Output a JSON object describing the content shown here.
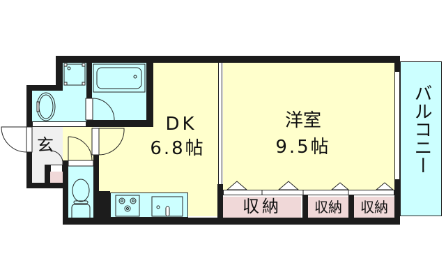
{
  "floorplan": {
    "rooms": {
      "dk": {
        "name": "DK",
        "size": "6.8帖"
      },
      "western": {
        "name": "洋室",
        "size": "9.5帖"
      },
      "entrance": {
        "name": "玄"
      },
      "balcony": {
        "name": "バルコニー"
      }
    },
    "storage": [
      {
        "label": "収納"
      },
      {
        "label": "収納"
      },
      {
        "label": "収納"
      }
    ],
    "fixtures": [
      "washing-machine",
      "bathtub",
      "washbasin",
      "toilet",
      "gas-stove",
      "kitchen-sink"
    ],
    "colors": {
      "wall": "#1c1c1c",
      "wet_area": "#ccffff",
      "living_area": "#ffffcc",
      "storage": "#f0d8d8",
      "entrance": "#f0f0f0"
    }
  }
}
